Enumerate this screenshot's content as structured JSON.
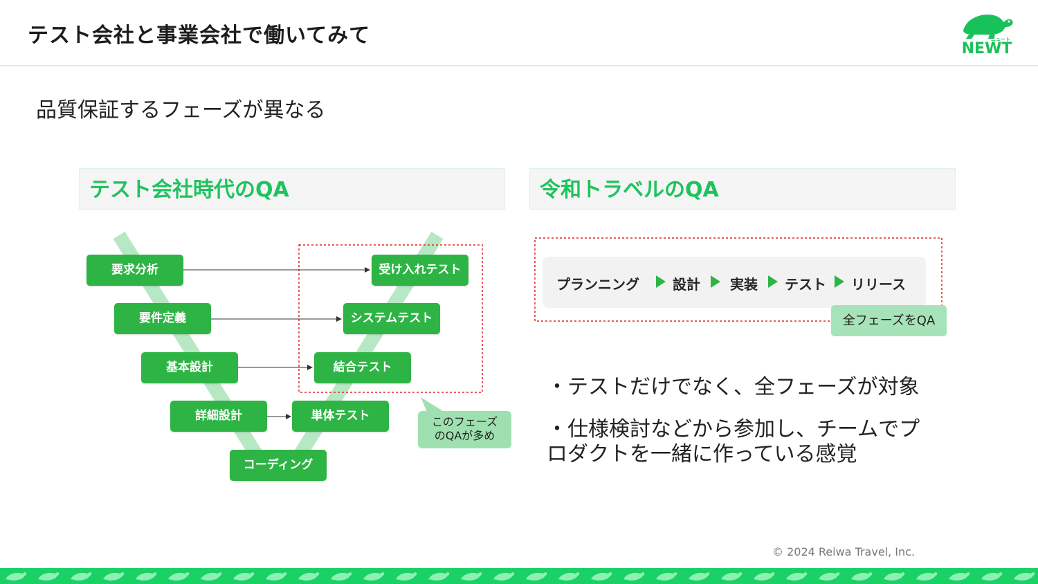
{
  "header": {
    "title": "テスト会社と事業会社で働いてみて",
    "logo_text": "NEWT",
    "logo_sub": "ニュート"
  },
  "subtitle": "品質保証するフェーズが異なる",
  "left_panel": {
    "heading": "テスト会社時代のQA",
    "left_nodes": [
      "要求分析",
      "要件定義",
      "基本設計",
      "詳細設計"
    ],
    "bottom_node": "コーディング",
    "right_nodes": [
      "受け入れテスト",
      "システムテスト",
      "結合テスト",
      "単体テスト"
    ],
    "callout": [
      "このフェーズ",
      "のQAが多め"
    ]
  },
  "right_panel": {
    "heading": "令和トラベルのQA",
    "flow_steps": [
      "プランニング",
      "設計",
      "実装",
      "テスト",
      "リリース"
    ],
    "callout": "全フェーズをQA",
    "bullets": [
      "・テストだけでなく、全フェーズが対象",
      "・仕様検討などから参加し、チームでプ",
      "ロダクトを一緒に作っている感覚"
    ]
  },
  "footer": {
    "copyright": "© 2024 Reiwa Travel, Inc."
  },
  "colors": {
    "brand_green": "#1fc35e",
    "node_green": "#2eb445",
    "callout_green": "#9fe0b0",
    "footer_green": "#1ad166",
    "dashed_red": "#e02424"
  },
  "icons": {
    "logo": "turtle-logo-icon",
    "flow_arrow": "play-arrow-icon"
  }
}
